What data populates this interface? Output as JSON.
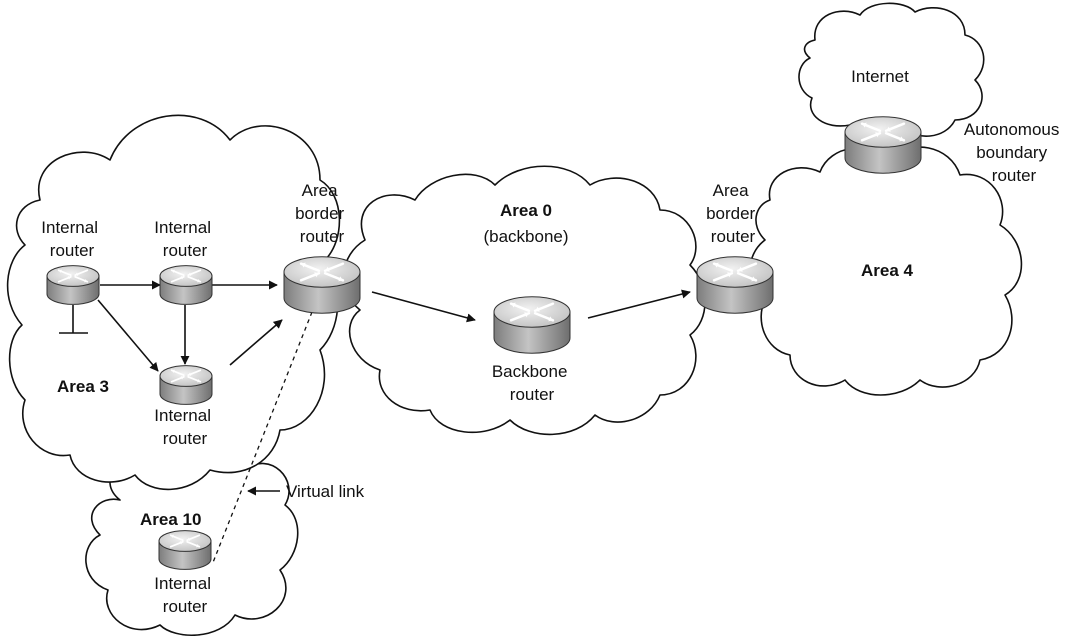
{
  "areas": {
    "area3": "Area 3",
    "area0_title": "Area 0",
    "area0_sub": "(backbone)",
    "area4": "Area 4",
    "area10": "Area 10",
    "internet": "Internet"
  },
  "routers": {
    "internal_1": [
      "Internal",
      "router"
    ],
    "internal_2": [
      "Internal",
      "router"
    ],
    "internal_3": [
      "Internal",
      "router"
    ],
    "abr_left": [
      "Area",
      "border",
      "router"
    ],
    "backbone": [
      "Backbone",
      "router"
    ],
    "abr_right": [
      "Area",
      "border",
      "router"
    ],
    "asbr": [
      "Autonomous",
      "boundary",
      "router"
    ],
    "internal_10": [
      "Internal",
      "router"
    ]
  },
  "virtual_link_label": "Virtual link",
  "colors": {
    "router_top": "#d9d9d9",
    "router_side": "#9a9a9a",
    "line": "#111111"
  }
}
